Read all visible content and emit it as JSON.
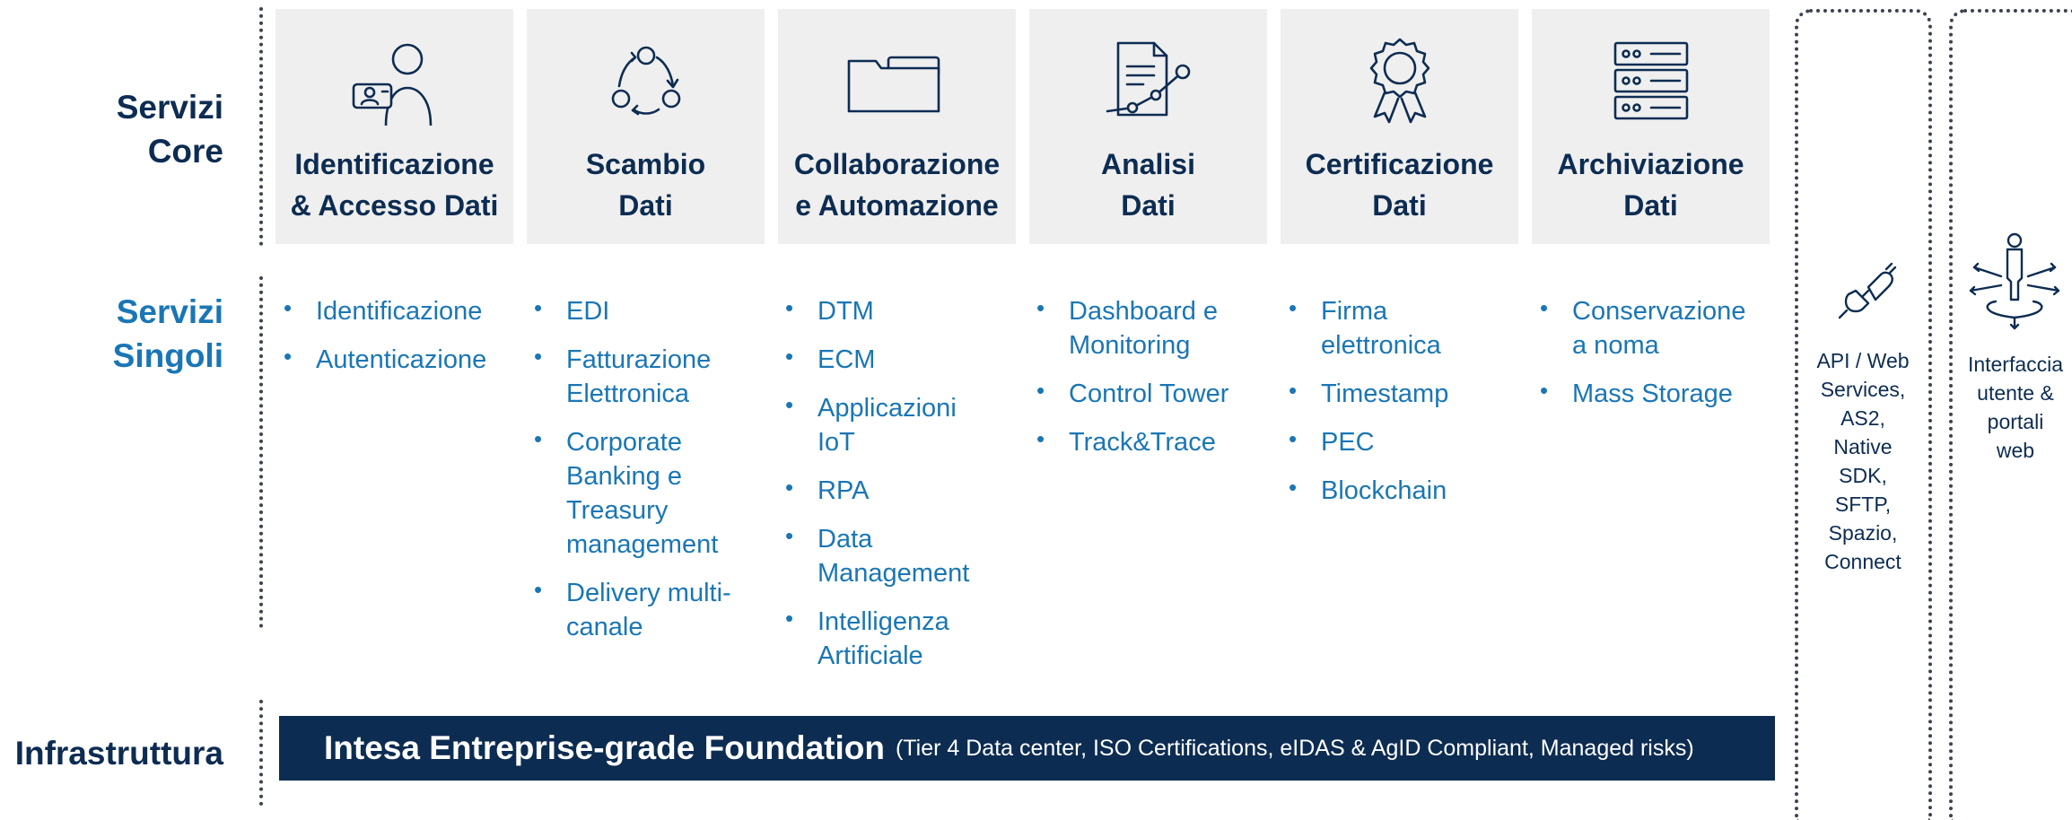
{
  "rows": {
    "core": [
      "Servizi",
      "Core"
    ],
    "single": [
      "Servizi",
      "Singoli"
    ],
    "infra": "Infrastruttura"
  },
  "columns": [
    {
      "icon": "user-id-card-icon",
      "title": [
        "Identificazione",
        "& Accesso Dati"
      ],
      "items": [
        "Identificazione",
        "Autenticazione"
      ]
    },
    {
      "icon": "exchange-cycle-icon",
      "title": [
        "Scambio",
        "Dati"
      ],
      "items": [
        "EDI",
        "Fatturazione Elettronica",
        "Corporate Banking e Treasury management",
        "Delivery multi-canale"
      ]
    },
    {
      "icon": "folder-icon",
      "title": [
        "Collaborazione",
        "e Automazione"
      ],
      "items": [
        "DTM",
        "ECM",
        "Applicazioni IoT",
        "RPA",
        "Data Management",
        "Intelligenza Artificiale"
      ]
    },
    {
      "icon": "document-analytics-icon",
      "title": [
        "Analisi",
        "Dati"
      ],
      "items": [
        "Dashboard e Monitoring",
        "Control Tower",
        "Track&Trace"
      ]
    },
    {
      "icon": "certificate-badge-icon",
      "title": [
        "Certificazione",
        "Dati"
      ],
      "items": [
        "Firma elettronica",
        "Timestamp",
        "PEC",
        "Blockchain"
      ]
    },
    {
      "icon": "server-storage-icon",
      "title": [
        "Archiviazione",
        "Dati"
      ],
      "items": [
        "Conservazione a noma",
        "Mass Storage"
      ]
    }
  ],
  "side": {
    "api": {
      "icon": "plug-icon",
      "lines": [
        "API / Web",
        "Services,",
        "AS2,",
        "Native",
        "SDK,",
        "SFTP,",
        "Spazio,",
        "Connect"
      ]
    },
    "ui": {
      "icon": "user-arrows-icon",
      "lines": [
        "Interfaccia",
        "utente &",
        "portali",
        "web"
      ]
    }
  },
  "foundation": {
    "title": "Intesa Entreprise-grade Foundation",
    "subtitle": "(Tier 4 Data center, ISO Certifications, eIDAS & AgID Compliant, Managed risks)"
  }
}
